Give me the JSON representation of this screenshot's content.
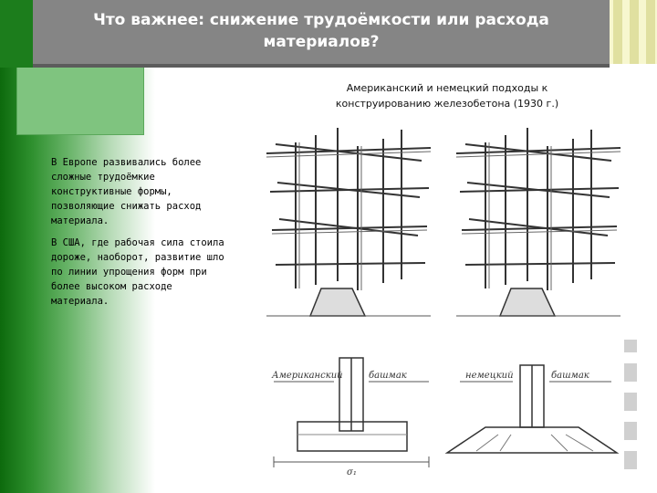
{
  "slide": {
    "title_line1": "Что важнее: снижение трудоёмкости или расхода",
    "title_line2": "материалов?",
    "caption_line1": "Американский и немецкий подходы к",
    "caption_line2": "конструированию железобетона (1930 г.)",
    "paragraphs": [
      "В Европе развивались более сложные трудоёмкие конструктивные формы, позволяющие снижать расход материала.",
      "В США, где рабочая сила стоила дороже, наоборот, развитие шло по линии упрощения форм при более высоком расходе материала."
    ],
    "drawing_labels": {
      "left_top_a": "Американский",
      "left_top_b": "башмак",
      "left_dim": "σ₁",
      "right_top_a": "немецкий",
      "right_top_b": "башмак"
    }
  },
  "colors": {
    "accent_green": "#1c7d1c",
    "title_bar": "#858585",
    "title_text": "#ffffff"
  }
}
